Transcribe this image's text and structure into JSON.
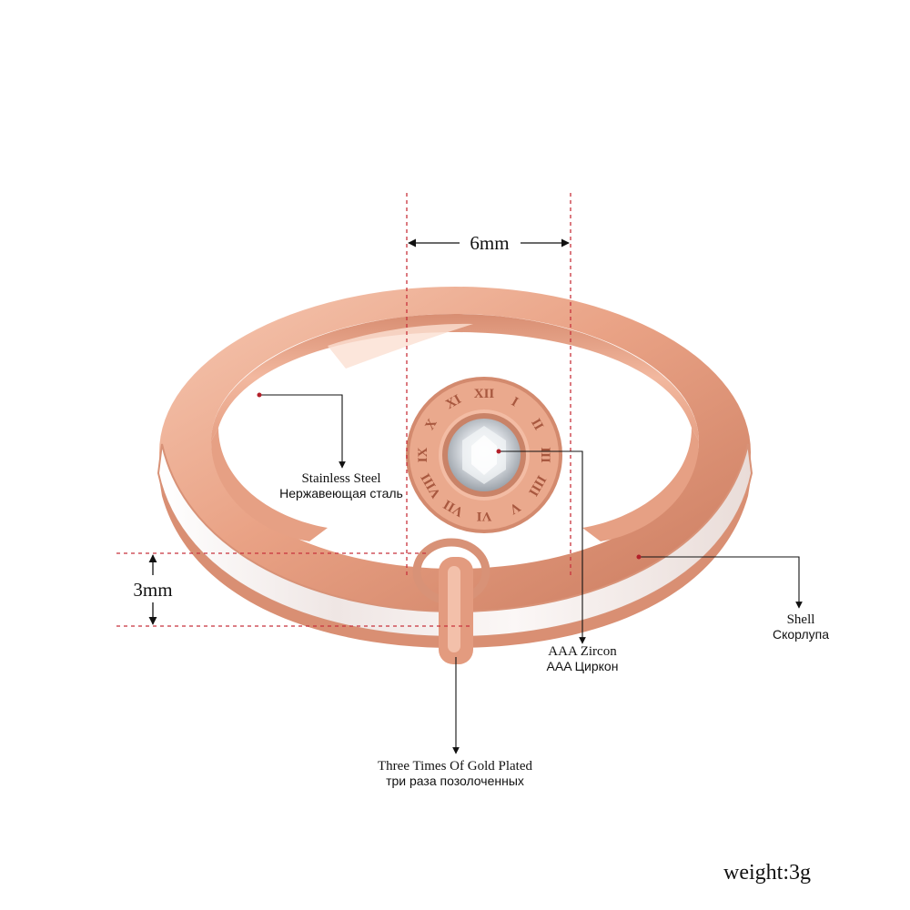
{
  "dimensions": {
    "width_label": "6mm",
    "height_label": "3mm"
  },
  "callouts": {
    "stainless_steel": {
      "en": "Stainless Steel",
      "ru": "Нержавеющая сталь"
    },
    "zircon": {
      "en": "AAA Zircon",
      "ru": "AAA Циркон"
    },
    "shell": {
      "en": "Shell",
      "ru": "Скорлупа"
    },
    "gold_plated": {
      "en": "Three Times Of Gold Plated",
      "ru": "три раза позолоченных"
    }
  },
  "weight_label": "weight:3g",
  "charm_numerals": [
    "XII",
    "I",
    "II",
    "III",
    "IIII",
    "V",
    "VI",
    "VII",
    "VIII",
    "IX",
    "X",
    "XI"
  ],
  "colors": {
    "rose_gold": "#e8a68c",
    "rose_gold_dark": "#b8705a",
    "shell": "#f3ebe8",
    "guide_line": "#c8323c",
    "leader_line": "#111111"
  }
}
